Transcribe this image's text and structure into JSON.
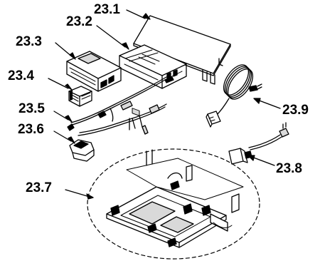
{
  "callouts": {
    "c1": "23.1",
    "c2": "23.2",
    "c3": "23.3",
    "c4": "23.4",
    "c5": "23.5",
    "c6": "23.6",
    "c7": "23.7",
    "c8": "23.8",
    "c9": "23.9"
  },
  "style": {
    "ink": "#000000",
    "paper": "#ffffff",
    "shade": "#d9d9d9"
  }
}
